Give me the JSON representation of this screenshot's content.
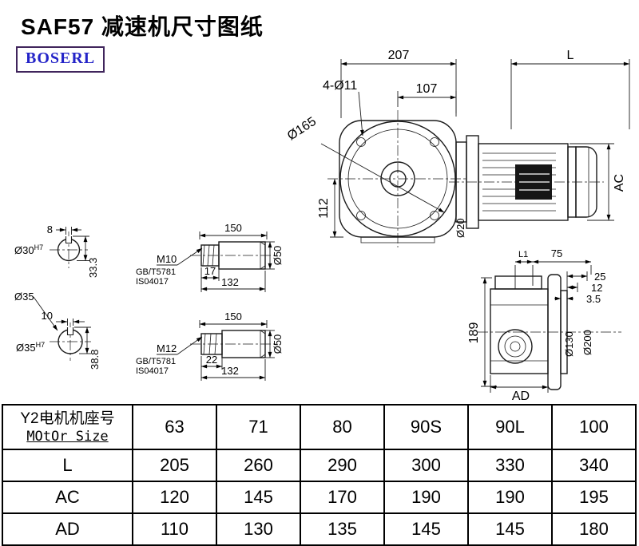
{
  "title": "SAF57 减速机尺寸图纸",
  "logo": "BOSERL",
  "front_view": {
    "dim_width": "207",
    "dim_motor_len": "L",
    "dim_offset": "107",
    "bolt_holes": "4-Ø11",
    "flange_dia": "Ø165",
    "dim_height": "112",
    "dim_ac": "AC",
    "shaft_dia": "Ø20"
  },
  "side_view": {
    "dim_l1": "L1",
    "dim_75": "75",
    "dim_25": "25",
    "dim_12": "12",
    "dim_3_5": "3.5",
    "dim_height": "189",
    "pilot_dia": "Ø130",
    "flange_dia": "Ø200",
    "dim_ad": "AD"
  },
  "bore_section_1": {
    "keyway_width": "8",
    "bore": "Ø30",
    "bore_tol": "H7",
    "depth": "33.3",
    "alt_label": "Ø35"
  },
  "bore_section_2": {
    "keyway_width": "10",
    "bore": "Ø35",
    "bore_tol": "H7",
    "depth": "38.8"
  },
  "shaft_1": {
    "length": "150",
    "thread": "M10",
    "std_1": "GB/T5781",
    "std_2": "IS04017",
    "thread_len": "17",
    "body_len": "132",
    "dia": "Ø50"
  },
  "shaft_2": {
    "length": "150",
    "thread": "M12",
    "std_1": "GB/T5781",
    "std_2": "IS04017",
    "thread_len": "22",
    "body_len": "132",
    "dia": "Ø50"
  },
  "table": {
    "header_cn": "Y2电机机座号",
    "header_en": "MOtOr Size",
    "motor_sizes": [
      "63",
      "71",
      "80",
      "90S",
      "90L",
      "100"
    ],
    "rows": [
      {
        "label": "L",
        "values": [
          "205",
          "260",
          "290",
          "300",
          "330",
          "340"
        ]
      },
      {
        "label": "AC",
        "values": [
          "120",
          "145",
          "170",
          "190",
          "190",
          "195"
        ]
      },
      {
        "label": "AD",
        "values": [
          "110",
          "130",
          "135",
          "145",
          "145",
          "180"
        ]
      }
    ]
  }
}
